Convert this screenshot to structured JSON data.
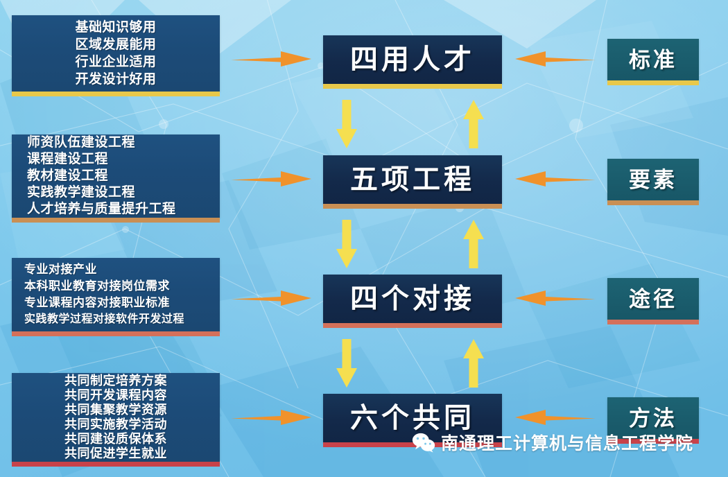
{
  "diagram": {
    "title": "四用人才培养体系",
    "colors": {
      "background": "#7ec8ea",
      "left_box_fill": "#1c4b78",
      "center_box_fill": "#13294a",
      "right_box_fill": "#1a5c6c",
      "horizontal_arrow": "#f0922b",
      "vertical_arrow": "#f5df50",
      "bar_gold": "#e8c84a",
      "bar_tan": "#c98f54",
      "bar_salmon": "#d4705a",
      "bar_red": "#c8424a",
      "text": "#ffffff"
    },
    "rows": [
      {
        "id": "row-1",
        "detail_lines": [
          "基础知识够用",
          "区域发展能用",
          "行业企业适用",
          "开发设计好用"
        ],
        "detail_align": "center",
        "detail_font_size": 19,
        "detail_line_height": 25,
        "detail_bar_color": "#e8c84a",
        "center_label": "四用人才",
        "center_bar_color": "#e8c84a",
        "right_label": "标准",
        "right_bar_color": "#e8c84a",
        "arrow_in_label": "指向四用人才",
        "arrow_out_label": "标准指向四用人才"
      },
      {
        "id": "row-2",
        "detail_lines": [
          "师资队伍建设工程",
          "课程建设工程",
          "教材建设工程",
          "实践教学建设工程",
          "人才培养与质量提升工程"
        ],
        "detail_align": "left",
        "detail_font_size": 19,
        "detail_line_height": 24,
        "detail_bar_color": "#c98f54",
        "center_label": "五项工程",
        "center_bar_color": "#c98f54",
        "right_label": "要素",
        "right_bar_color": "#c98f54",
        "arrow_in_label": "指向五项工程",
        "arrow_out_label": "要素指向五项工程"
      },
      {
        "id": "row-3",
        "detail_lines": [
          "专业对接产业",
          "本科职业教育对接岗位需求",
          "专业课程内容对接职业标准",
          "实践教学过程对接软件开发过程"
        ],
        "detail_align": "left",
        "detail_font_size": 17,
        "detail_line_height": 24,
        "detail_bar_color": "#d4705a",
        "center_label": "四个对接",
        "center_bar_color": "#d4705a",
        "right_label": "途径",
        "right_bar_color": "#d4705a",
        "arrow_in_label": "指向四个对接",
        "arrow_out_label": "途径指向四个对接"
      },
      {
        "id": "row-4",
        "detail_lines": [
          "共同制定培养方案",
          "共同开发课程内容",
          "共同集聚教学资源",
          "共同实施教学活动",
          "共同建设质保体系",
          "共同促进学生就业"
        ],
        "detail_align": "center",
        "detail_font_size": 18,
        "detail_line_height": 21,
        "detail_bar_color": "#c8424a",
        "center_label": "六个共同",
        "center_bar_color": "#c8424a",
        "right_label": "方法",
        "right_bar_color": "#c8424a",
        "arrow_in_label": "指向六个共同",
        "arrow_out_label": "方法指向六个共同"
      }
    ],
    "connector_arrows": [
      {
        "id": "conn-1",
        "down_label": "四用人才向下至五项工程",
        "up_label": "五项工程向上至四用人才"
      },
      {
        "id": "conn-2",
        "down_label": "五项工程向下至四个对接",
        "up_label": "四个对接向上至五项工程"
      },
      {
        "id": "conn-3",
        "down_label": "四个对接向下至六个共同",
        "up_label": "六个共同向上至四个对接"
      }
    ],
    "watermark": {
      "text": "南通理工计算机与信息工程学院",
      "icon": "wechat-icon"
    }
  }
}
